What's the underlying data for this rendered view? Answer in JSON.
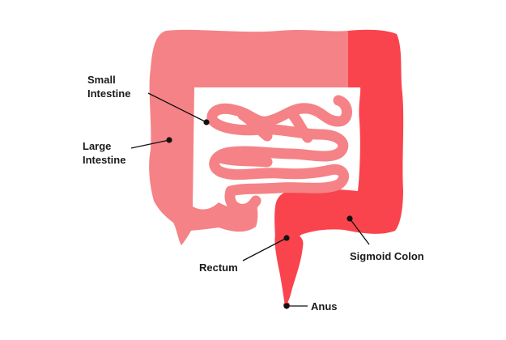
{
  "colors": {
    "large_intestine": "#f58286",
    "small_intestine": "#f58286",
    "sigmoid_colon": "#f9444d",
    "rectum": "#f9444d",
    "background": "#ffffff",
    "leader": "#111111"
  },
  "labels": {
    "small_intestine": [
      "Small",
      "Intestine"
    ],
    "large_intestine": [
      "Large",
      "Intestine"
    ],
    "rectum": "Rectum",
    "sigmoid_colon": "Sigmoid Colon",
    "anus": "Anus"
  }
}
